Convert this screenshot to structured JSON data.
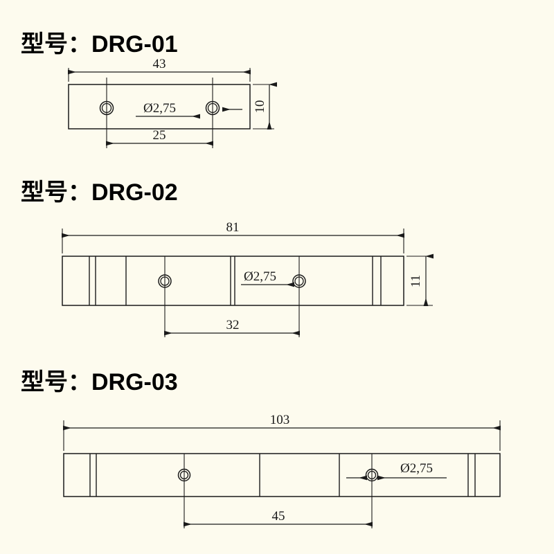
{
  "page": {
    "background_color": "#fdfbee",
    "line_color": "#1a1a1a"
  },
  "drawings": [
    {
      "title": "型号：DRG-01",
      "model": "DRG-01",
      "length_label": "43",
      "height_label": "10",
      "hole_spacing_label": "25",
      "hole_diameter_label": "Ø2,75"
    },
    {
      "title": "型号：DRG-02",
      "model": "DRG-02",
      "length_label": "81",
      "height_label": "11",
      "hole_spacing_label": "32",
      "hole_diameter_label": "Ø2,75"
    },
    {
      "title": "型号：DRG-03",
      "model": "DRG-03",
      "length_label": "103",
      "height_label": "",
      "hole_spacing_label": "45",
      "hole_diameter_label": "Ø2,75"
    }
  ]
}
